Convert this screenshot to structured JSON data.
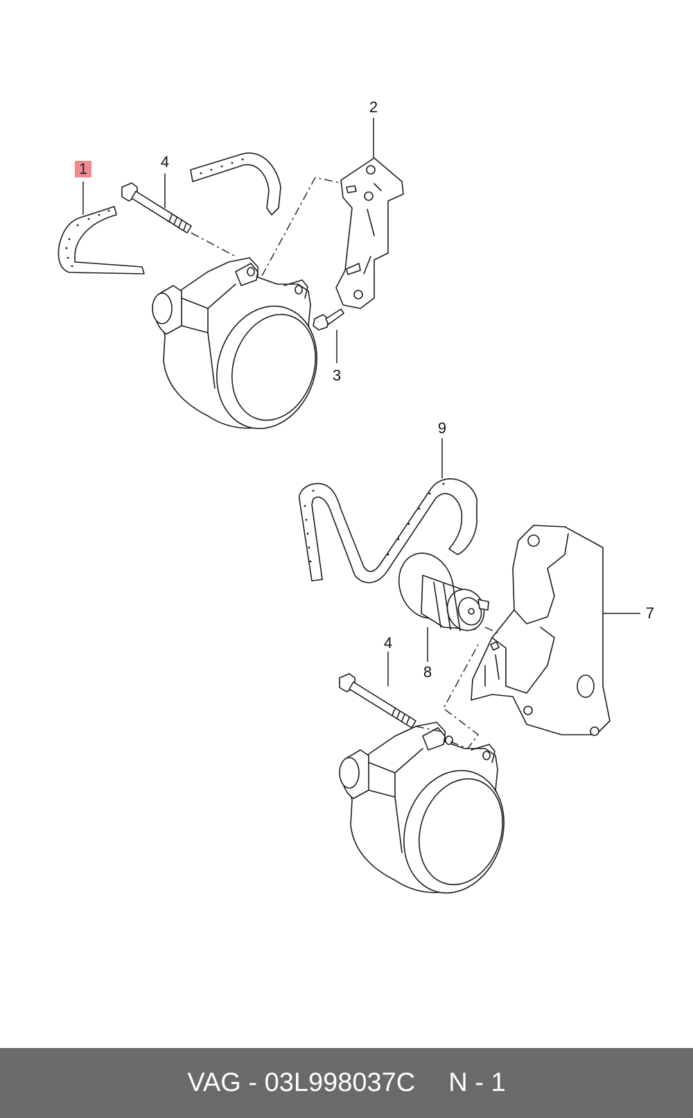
{
  "callouts": {
    "c1": "1",
    "c2": "2",
    "c3": "3",
    "c4a": "4",
    "c4b": "4",
    "c7": "7",
    "c8": "8",
    "c9": "9"
  },
  "footer": {
    "part": "VAG - 03L998037C",
    "qty": "N - 1"
  },
  "colors": {
    "highlight": "#f08a8f",
    "footer_bg": "#6a6a6a"
  }
}
